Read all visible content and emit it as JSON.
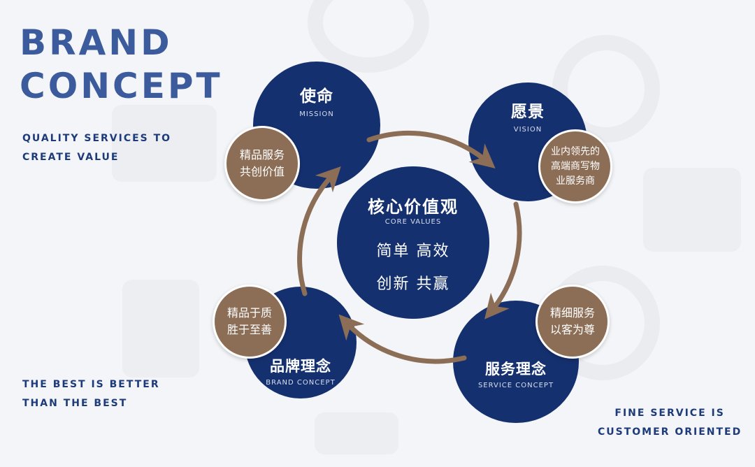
{
  "title": {
    "line1": "BRAND",
    "line2": "CONCEPT"
  },
  "taglines": {
    "top": [
      "QUALITY SERVICES TO",
      "CREATE VALUE"
    ],
    "bottom_left": [
      "THE BEST IS BETTER",
      "THAN THE BEST"
    ],
    "bottom_right": [
      "FINE SERVICE IS",
      "CUSTOMER ORIENTED"
    ]
  },
  "core": {
    "zh": "核心价值观",
    "en": "CORE VALUES",
    "values": [
      "简单 高效",
      "创新 共赢"
    ]
  },
  "mission": {
    "zh": "使命",
    "en": "MISSION",
    "detail": [
      "精品服务",
      "共创价值"
    ]
  },
  "vision": {
    "zh": "愿景",
    "en": "VISION",
    "detail": [
      "业内领先的",
      "高端商写物",
      "业服务商"
    ]
  },
  "brand": {
    "zh": "品牌理念",
    "en": "BRAND CONCEPT",
    "detail": [
      "精品于质",
      "胜于至善"
    ]
  },
  "service": {
    "zh": "服务理念",
    "en": "SERVICE CONCEPT",
    "detail": [
      "精细服务",
      "以客为尊"
    ]
  },
  "colors": {
    "navy": "#15306f",
    "brown": "#8c6e57",
    "title": "#3b5b9c",
    "background": "#f4f5f8"
  }
}
